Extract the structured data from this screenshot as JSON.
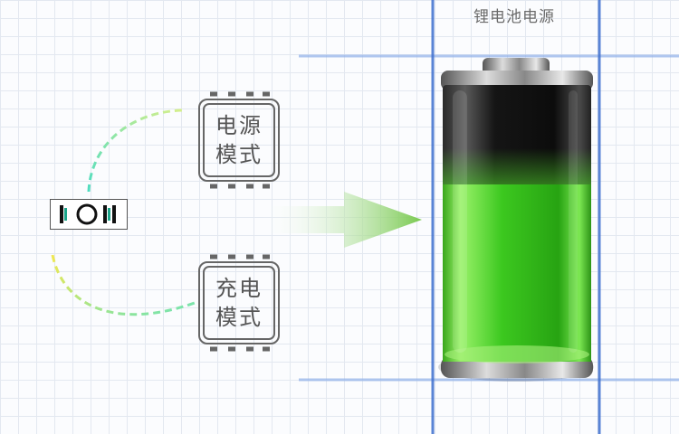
{
  "title": "锂电池电源",
  "modes": [
    {
      "line1": "电源",
      "line2": "模式"
    },
    {
      "line1": "充电",
      "line2": "模式"
    }
  ],
  "battery": {
    "level": 0.64,
    "fill_color": "#4fd12a"
  },
  "colors": {
    "guide": "#3f70cf",
    "arc_top": "#58e0ad",
    "arc_bottom": "#e9ec5a",
    "arrow": "#7fcf5a"
  },
  "icons": {
    "switch": "switch-symbol-icon",
    "battery": "battery-icon",
    "arrow": "arrow-right-icon"
  }
}
